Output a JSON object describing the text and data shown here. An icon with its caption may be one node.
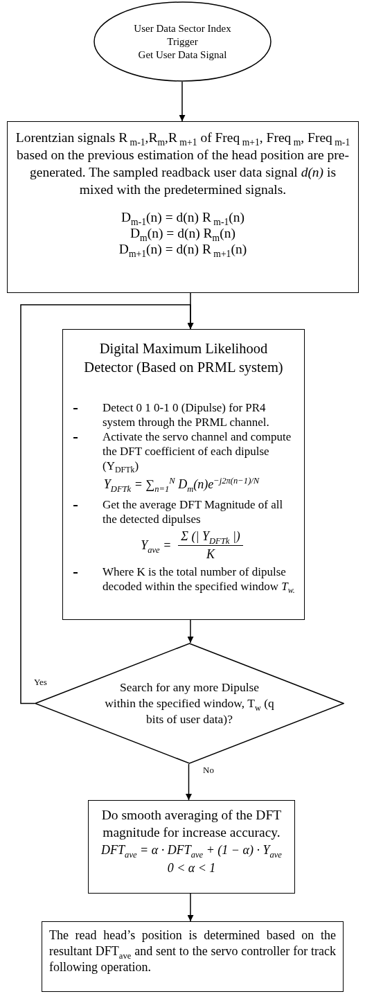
{
  "diagram": {
    "nodes": [
      {
        "text": [
          "User Data Sector Index",
          "Trigger",
          "Get User Data Signal"
        ]
      },
      {
        "text": [
          "Lorentzian signals R$_{ m-1}$,R$_{m}$,R$_{ m+1}$ of Freq$_{ m+1}$, Freq$_{ m}$, Freq$_{ m-1}$ based on the previous estimation of the head position are pre-generated. The sampled readback user data signal *d(n)* is mixed with the predetermined signals.",
          "D$_{m-1}$(n) = d(n) R$_{ m-1}$(n)",
          "D$_{m}$(n) = d(n) R$_{m}$(n)",
          "D$_{m+1}$(n) = d(n) R$_{ m+1}$(n)"
        ]
      },
      {
        "text": [
          "Digital Maximum Likelihood Detector (Based on PRML system)",
          "Detect 0 1 0-1 0 (Dipulse) for PR4 system through the PRML channel.",
          "Activate the servo channel and compute the DFT coefficient of each dipulse (Y$_{DFTk}$)",
          "Y$_{DFTk}$ = ∑$_{n=1}$$^{N}$ D$_{m}$(n)e$^{−j2π(n−1)/N}$",
          "Get the average DFT Magnitude of all the detected dipulses",
          "Y$_{ave}$ =",
          "Σ (| Y$_{DFTk}$ |)",
          "K",
          "Where K is the total number of dipulse decoded within the specified window *T$_{w.}$*"
        ]
      },
      {
        "text": [
          "Search for any more Dipulse within the specified window, T$_{w}$ (q bits of user data)?"
        ]
      },
      {
        "text": [
          "Do smooth averaging of the DFT magnitude for increase accuracy.",
          "DFT$_{ave}$ = α · DFT$_{ave}$ + (1 − α) · Y$_{ave}$",
          "0 < α < 1"
        ]
      },
      {
        "text": [
          "The read head’s position is determined based on the resultant DFT$_{ave}$ and sent to the servo controller for track following operation."
        ]
      }
    ],
    "edges": [
      {
        "from": 0,
        "to": 1,
        "arrow": "to"
      },
      {
        "from": 1,
        "to": 2,
        "arrow": "to"
      },
      {
        "from": 2,
        "to": 3,
        "arrow": "to"
      },
      {
        "from": 3,
        "to": 2,
        "arrow": "to",
        "label": "Yes"
      },
      {
        "from": 3,
        "to": 4,
        "arrow": "to",
        "label": "No"
      },
      {
        "from": 4,
        "to": 5,
        "arrow": "to"
      }
    ]
  }
}
